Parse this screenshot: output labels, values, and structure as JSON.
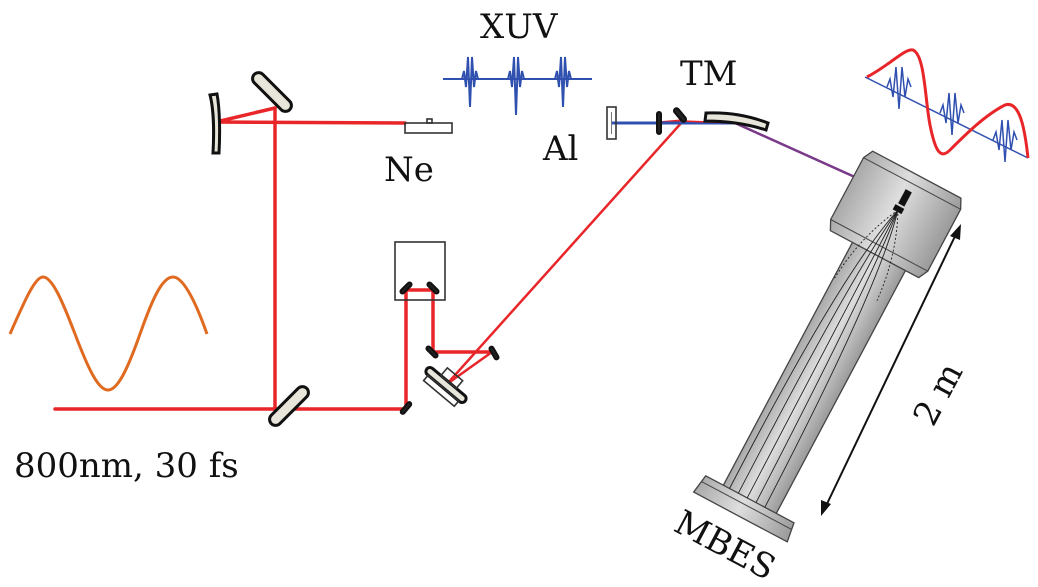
{
  "diagram": {
    "title": "Attosecond pump-probe setup schematic",
    "labels": {
      "xuv": "XUV",
      "tm": "TM",
      "ne": "Ne",
      "al": "Al",
      "laser": "800nm, 30 fs",
      "detector": "MBES",
      "length": "2 m"
    },
    "colors": {
      "ir_beam": "#e8262a",
      "xuv_beam": "#3050b0",
      "ir_wave": "#e06a20",
      "mirror_fill": "#e8e6da",
      "detector_gray": "#c8c8c8"
    },
    "components": [
      {
        "id": "beam-splitter",
        "type": "mirror"
      },
      {
        "id": "turning-mirror-top",
        "type": "mirror"
      },
      {
        "id": "focusing-mirror",
        "type": "curved-mirror"
      },
      {
        "id": "ne-gas-cell",
        "type": "gas-cell",
        "label": "Ne"
      },
      {
        "id": "al-filter",
        "type": "filter",
        "label": "Al"
      },
      {
        "id": "recombination-mirror",
        "type": "holey-mirror"
      },
      {
        "id": "toroidal-mirror",
        "type": "toroidal-mirror",
        "label": "TM"
      },
      {
        "id": "delay-stage",
        "type": "delay-line"
      },
      {
        "id": "mbes",
        "type": "spectrometer",
        "label": "MBES",
        "length": "2 m"
      }
    ]
  }
}
